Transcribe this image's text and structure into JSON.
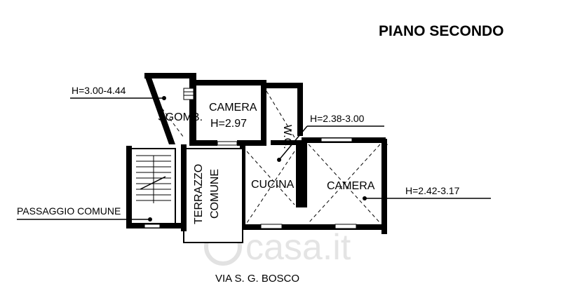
{
  "floor_title": "PIANO SECONDO",
  "street_label": "VIA S. G. BOSCO",
  "watermark": "casa.it",
  "height_labels": {
    "left": "H=3.00-4.44",
    "center": "H=2.38-3.00",
    "right": "H=2.42-3.17"
  },
  "passage_label": "PASSAGGIO COMUNE",
  "rooms": {
    "storage": "SGOMB.",
    "bedroom1_name": "CAMERA",
    "bedroom1_height": "H=2.97",
    "wc": "W.C.",
    "kitchen": "CUCINA",
    "bedroom2": "CAMERA",
    "terrace_line1": "TERRAZZO",
    "terrace_line2": "COMUNE"
  }
}
